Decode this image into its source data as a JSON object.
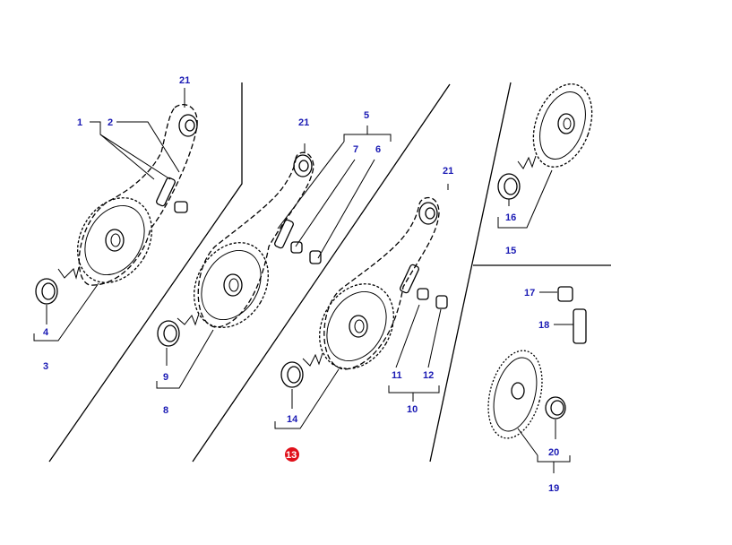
{
  "colors": {
    "callout": "#1a1ab4",
    "active": "#e0101a",
    "line": "#000000"
  },
  "callouts": {
    "c1": "1",
    "c2": "2",
    "c3": "3",
    "c4": "4",
    "c5": "5",
    "c6": "6",
    "c7": "7",
    "c8": "8",
    "c9": "9",
    "c10": "10",
    "c11": "11",
    "c12": "12",
    "c13": "13",
    "c14": "14",
    "c15": "15",
    "c16": "16",
    "c17": "17",
    "c18": "18",
    "c19": "19",
    "c20": "20",
    "c21a": "21",
    "c21b": "21",
    "c21c": "21"
  },
  "active_callout": "13"
}
